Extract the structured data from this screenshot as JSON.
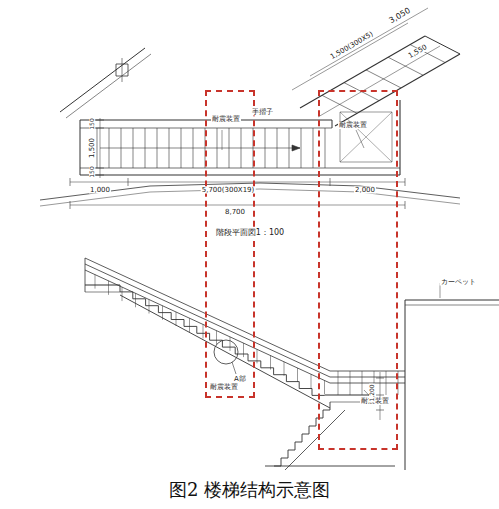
{
  "diagram": {
    "caption": "图2 楼梯结构示意图",
    "nodes": [
      {
        "text": [
          "耐震装置",
          "A部",
          "耐震装置"
        ]
      },
      {
        "text": [
          "耐震装置",
          "耐震装置"
        ]
      }
    ],
    "labels": [
      "3,050",
      "1,500(300X5)",
      "1,550",
      "手摺子",
      "1,000",
      "5,700(300X19)",
      "2,000",
      "8,700",
      "階段平面図1：100",
      "150",
      "1,500",
      "150",
      "カーペット",
      "1,200"
    ]
  }
}
